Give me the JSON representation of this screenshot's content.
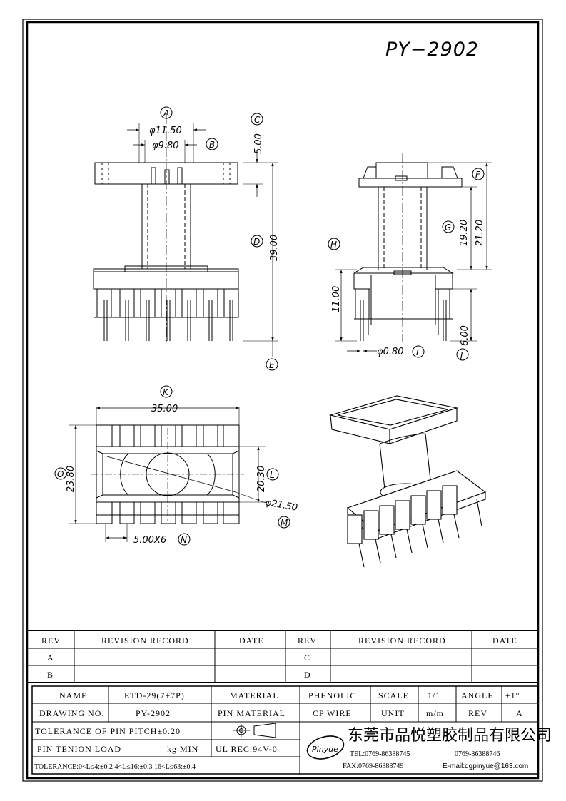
{
  "drawing_title": "PY−2902",
  "dimensions": {
    "A": "φ11.50",
    "B": "φ9.80",
    "C": "5.00",
    "D": "39.00",
    "F_G": "21.20",
    "G": "19.20",
    "H": "11.00",
    "I": "φ0.80",
    "J": "6.00",
    "K": "35.00",
    "L": "20.30",
    "M": "φ21.50",
    "N": "5.00X6",
    "O": "23.80"
  },
  "callouts": [
    "A",
    "B",
    "C",
    "D",
    "E",
    "F",
    "G",
    "H",
    "I",
    "J",
    "K",
    "L",
    "M",
    "N",
    "O"
  ],
  "revision_table": {
    "headers": [
      "REV",
      "REVISION RECORD",
      "DATE",
      "REV",
      "REVISION RECORD",
      "DATE"
    ],
    "rows": [
      {
        "rev1": "A",
        "rev2": "C"
      },
      {
        "rev1": "B",
        "rev2": "D"
      }
    ]
  },
  "title_block": {
    "name_label": "NAME",
    "name_value": "ETD-29(7+7P)",
    "material_label": "MATERIAL",
    "material_value": "PHENOLIC",
    "scale_label": "SCALE",
    "scale_value": "1/1",
    "angle_label": "ANGLE",
    "angle_value": "±1°",
    "drawing_no_label": "DRAWING NO.",
    "drawing_no_value": "PY-2902",
    "pin_material_label": "PIN MATERIAL",
    "pin_material_value": "CP WIRE",
    "unit_label": "UNIT",
    "unit_value": "m/m",
    "rev_label": "REV",
    "rev_value": "A",
    "pin_pitch": "TOLERANCE OF PIN PITCH±0.20",
    "pin_tension": "PIN TENION LOAD",
    "pin_tension_unit": "kg MIN",
    "ul_rec": "UL REC:94V-0",
    "tolerance": "TOLERANCE:0<L≤4:±0.2  4<L≤16:±0.3  16<L≤63:±0.4",
    "company_name": "东莞市品悦塑胶制品有限公司",
    "tel": "TEL:0769-86388745",
    "tel2": "0769-86388746",
    "fax": "FAX:0769-86388749",
    "email": "E-mail:dgpinyue@163.com",
    "logo_text": "Pinyue"
  }
}
